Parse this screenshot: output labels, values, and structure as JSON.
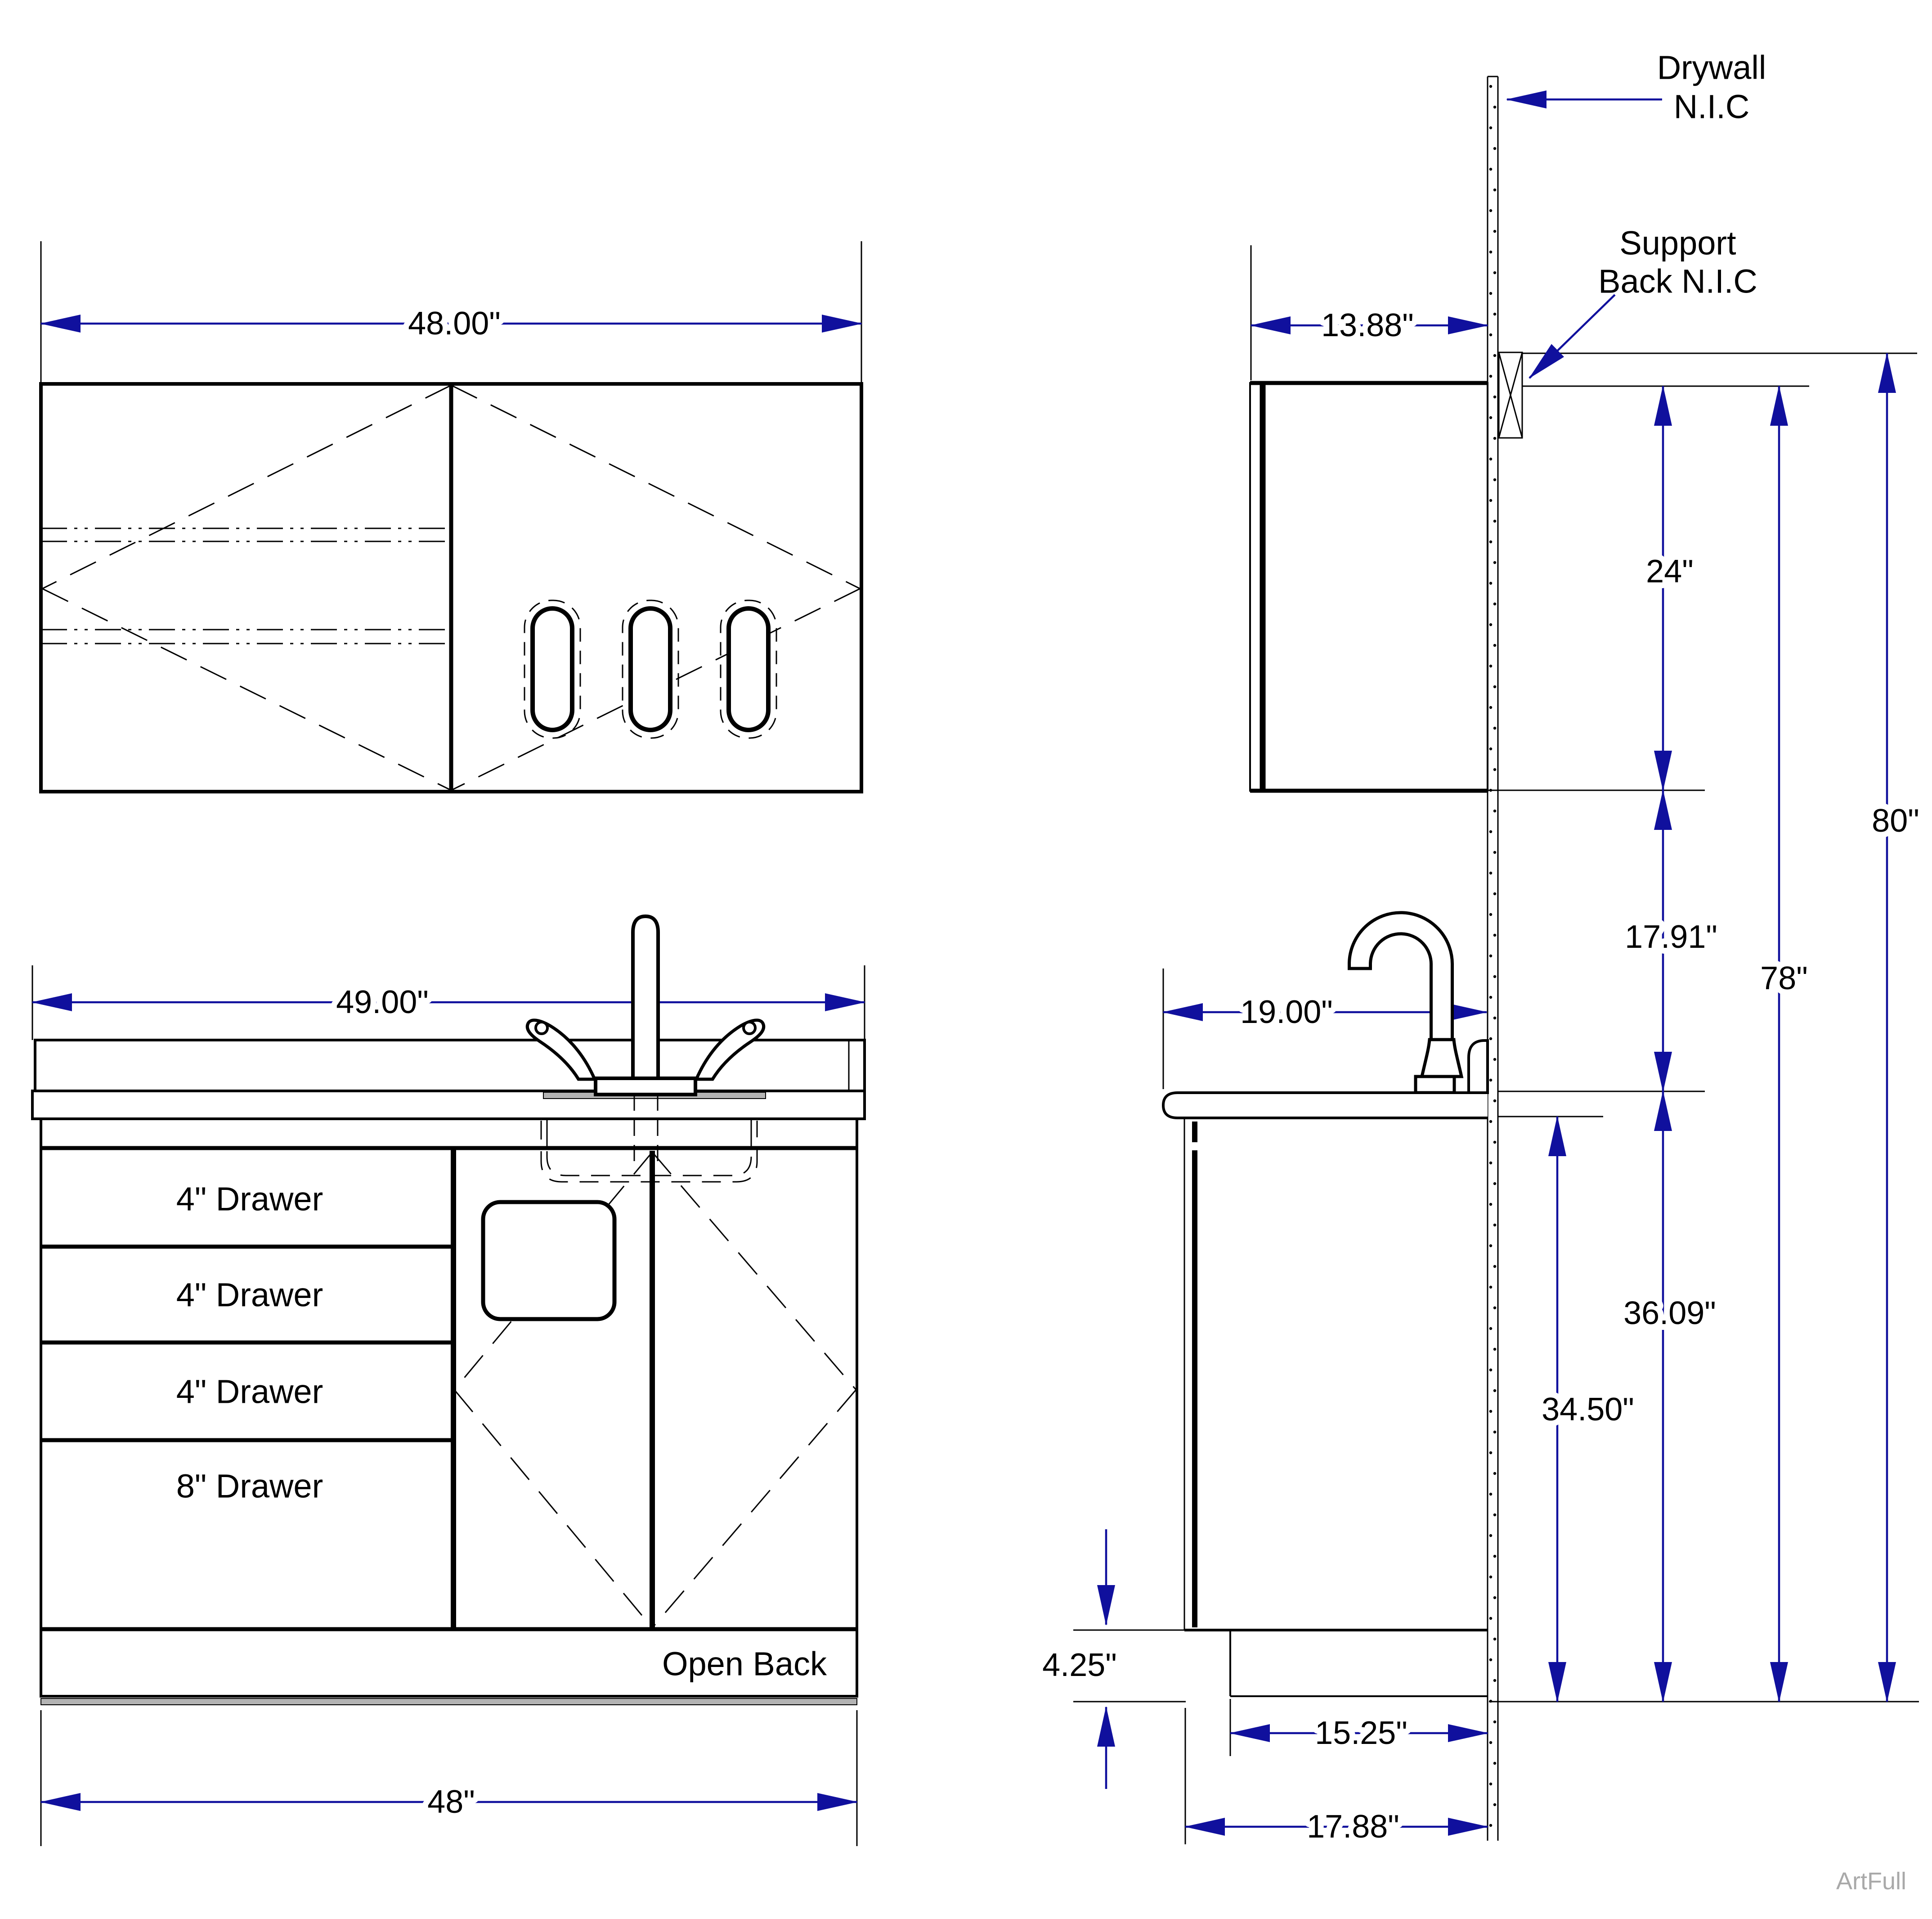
{
  "colors": {
    "dimension_blue": "#10109d",
    "line_black": "#000000",
    "toe_kick_gray": "#b3b3b3",
    "watermark_gray": "#a9a9a9"
  },
  "views": {
    "upper_front": {
      "width_dim": "48.00\""
    },
    "base_front": {
      "width_dim": "49.00\"",
      "cabinet_width_dim": "48\"",
      "drawers": [
        "4\" Drawer",
        "4\" Drawer",
        "4\" Drawer",
        "8\" Drawer"
      ],
      "open_back": "Open Back"
    },
    "upper_side": {
      "depth_dim": "13.88\"",
      "cabinet_height_dim": "24\"",
      "gap_dim": "17.91\"",
      "cabinet_top_height_dim": "78\"",
      "overall_height_dim": "80\"",
      "drywall_note": [
        "Drywall",
        "N.I.C"
      ],
      "support_note": [
        "Support",
        "Back N.I.C"
      ]
    },
    "base_side": {
      "depth_dim": "19.00\"",
      "counter_height_dim": "36.09\"",
      "box_height_dim": "34.50\"",
      "toe_kick_height_dim": "4.25\"",
      "toe_kick_depth_dim": "15.25\"",
      "box_depth_dim": "17.88\""
    }
  },
  "watermark": "ArtFull"
}
